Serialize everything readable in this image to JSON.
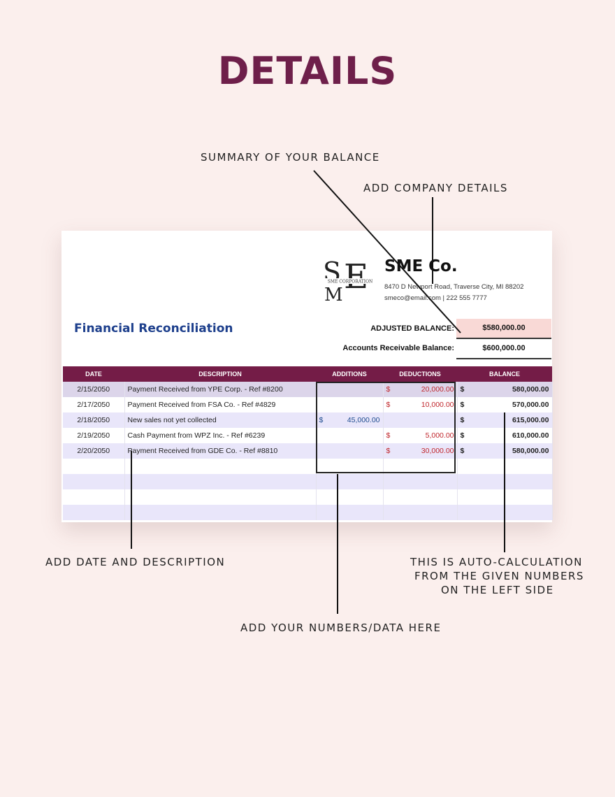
{
  "header": {
    "title": "DETAILS"
  },
  "callouts": {
    "summary": "SUMMARY OF YOUR BALANCE",
    "company": "ADD COMPANY DETAILS",
    "date_desc": "ADD DATE AND DESCRIPTION",
    "auto_calc": [
      "THIS IS AUTO-CALCULATION",
      "FROM THE GIVEN NUMBERS",
      "ON THE LEFT SIDE"
    ],
    "numbers": "ADD YOUR NUMBERS/DATA HERE"
  },
  "company": {
    "logo_text": "SME CORPORATION",
    "name": "SME Co.",
    "address": "8470 D Newport Road, Traverse City, MI 88202",
    "contact": "smeco@email.com  |  222 555 7777"
  },
  "sheet": {
    "title": "Financial Reconciliation",
    "adjusted_label": "ADJUSTED BALANCE:",
    "adjusted_value": "$580,000.00",
    "ar_label": "Accounts Receivable Balance:",
    "ar_value": "$600,000.00"
  },
  "table": {
    "columns": [
      "DATE",
      "DESCRIPTION",
      "ADDITIONS",
      "DEDUCTIONS",
      "BALANCE"
    ],
    "rows": [
      {
        "date": "2/15/2050",
        "description": "Payment Received from YPE Corp. - Ref #8200",
        "additions": "",
        "deductions": "20,000.00",
        "balance": "580,000.00"
      },
      {
        "date": "2/17/2050",
        "description": "Payment Received from FSA Co. - Ref #4829",
        "additions": "",
        "deductions": "10,000.00",
        "balance": "570,000.00"
      },
      {
        "date": "2/18/2050",
        "description": "New sales not yet collected",
        "additions": "45,000.00",
        "deductions": "",
        "balance": "615,000.00"
      },
      {
        "date": "2/19/2050",
        "description": "Cash Payment from WPZ Inc. - Ref #6239",
        "additions": "",
        "deductions": "5,000.00",
        "balance": "610,000.00"
      },
      {
        "date": "2/20/2050",
        "description": "Payment Received from GDE Co. - Ref #8810",
        "additions": "",
        "deductions": "30,000.00",
        "balance": "580,000.00"
      }
    ],
    "currency_symbol": "$"
  },
  "colors": {
    "background": "#fbefed",
    "title": "#6e1f4a",
    "header_bar": "#741c47",
    "fin_title": "#1d3f8c",
    "adjusted_fill": "#f9d9d6",
    "deduction_text": "#c0272d",
    "addition_text": "#1f4c8f"
  }
}
